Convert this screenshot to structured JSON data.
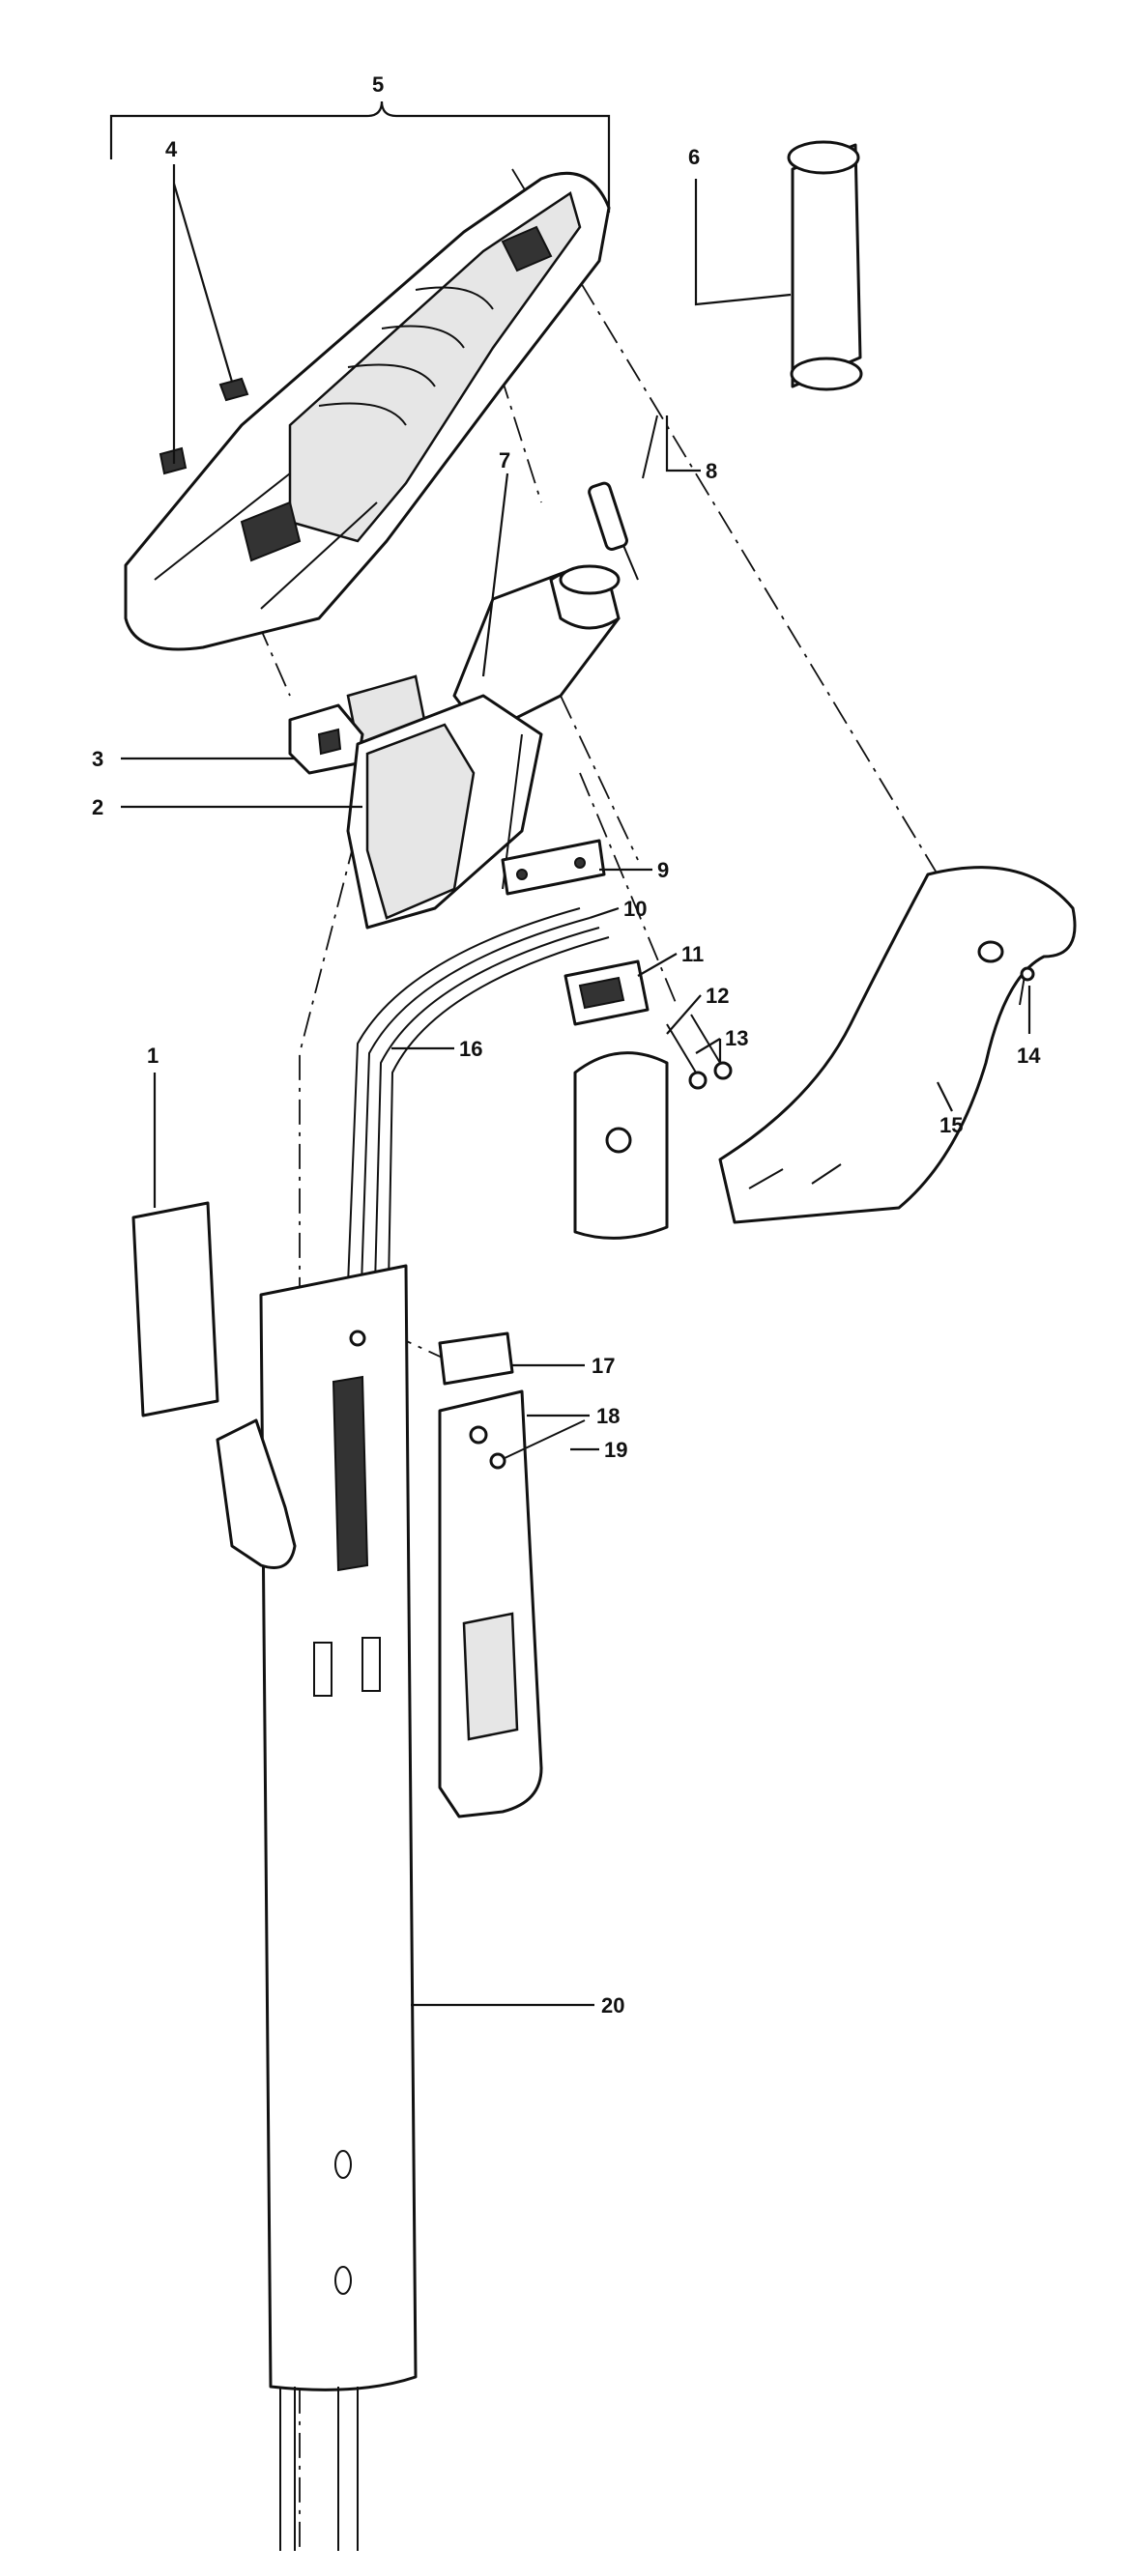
{
  "diagram": {
    "callouts": [
      {
        "id": "1",
        "label": "1"
      },
      {
        "id": "2",
        "label": "2"
      },
      {
        "id": "3",
        "label": "3"
      },
      {
        "id": "4",
        "label": "4"
      },
      {
        "id": "5",
        "label": "5"
      },
      {
        "id": "6",
        "label": "6"
      },
      {
        "id": "7",
        "label": "7"
      },
      {
        "id": "8",
        "label": "8"
      },
      {
        "id": "9",
        "label": "9"
      },
      {
        "id": "10",
        "label": "10"
      },
      {
        "id": "11",
        "label": "11"
      },
      {
        "id": "12",
        "label": "12"
      },
      {
        "id": "13",
        "label": "13"
      },
      {
        "id": "14",
        "label": "14"
      },
      {
        "id": "15",
        "label": "15"
      },
      {
        "id": "16",
        "label": "16"
      },
      {
        "id": "17",
        "label": "17"
      },
      {
        "id": "18",
        "label": "18"
      },
      {
        "id": "19",
        "label": "19"
      },
      {
        "id": "20",
        "label": "20"
      }
    ]
  }
}
